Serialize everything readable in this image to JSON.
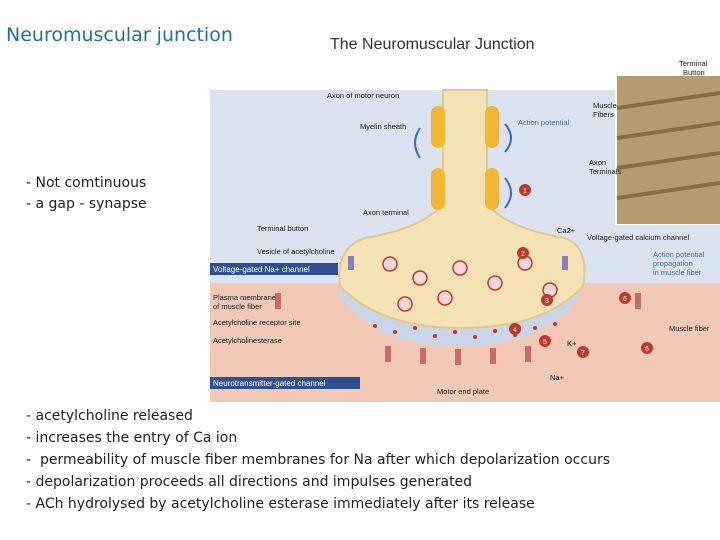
{
  "slide": {
    "title": "Neuromuscular junction",
    "intro_bullets": [
      "- Not comtinuous",
      "- a gap - synapse"
    ],
    "bullets": [
      "- acetylcholine released",
      "- increases the entry of Ca ion",
      "-  permeability of muscle fiber membranes for Na after which depolarization occurs",
      "- depolarization proceeds all directions and impulses generated",
      "- ACh hydrolysed by acetylcholine esterase immediately after its release"
    ]
  },
  "diagram": {
    "title": "The Neuromuscular Junction",
    "labels": {
      "axon_motor_neuron": "Axon of motor neuron",
      "myelin_sheath": "Myelin sheath",
      "action_potential": "Action potential",
      "axon_terminal": "Axon terminal",
      "terminal_button": "Terminal button",
      "vesicle_ach": "Vesicle of acetylcholine",
      "voltage_gated_na": "Voltage-gated Na+ channel",
      "ca2": "Ca2+",
      "voltage_gated_ca": "Voltage-gated calcium channel",
      "ap_propagation_1": "Action potential",
      "ap_propagation_2": "propagation",
      "ap_propagation_3": "in muscle fiber",
      "plasma_membrane_1": "Plasma membrane",
      "plasma_membrane_2": "of muscle fiber",
      "ach_receptor_site": "Acetylcholine receptor site",
      "acetylcholinesterase": "Acetylcholinesterase",
      "neurotransmitter_gated": "Neurotransmitter-gated channel",
      "k_plus": "K+",
      "na_plus": "Na+",
      "motor_end_plate": "Motor end plate",
      "muscle_fiber": "Muscle fiber",
      "inset_terminal_button_1": "Terminal",
      "inset_terminal_button_2": "Button",
      "inset_muscle_fibers_1": "Muscle",
      "inset_muscle_fibers_2": "Fibers",
      "inset_axon_terminals_1": "Axon",
      "inset_axon_terminals_2": "Terminals"
    },
    "steps": [
      "1",
      "2",
      "3",
      "4",
      "5",
      "6",
      "7",
      "6"
    ],
    "colors": {
      "neuron": "#f5e3b5",
      "neuron_outline": "#e2c98c",
      "cleft": "#c9d6ea",
      "muscle": "#f2c9b6",
      "step_badge": "#c0392b",
      "label_bar": "#2e4f91",
      "accent_text": "#3b6fb5",
      "ach_dot": "#c0392b"
    }
  }
}
